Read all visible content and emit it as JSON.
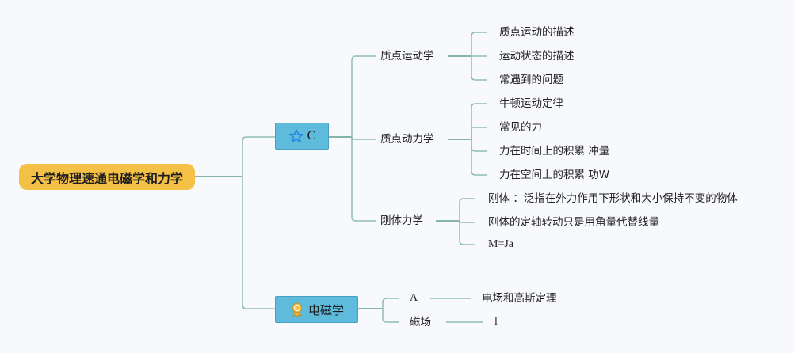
{
  "root": {
    "label": "大学物理速通电磁学和力学"
  },
  "branch_c": {
    "label": "C",
    "icon": "star-outline-icon",
    "icon_color": "#1e88e5",
    "children": [
      {
        "label": "质点运动学",
        "children": [
          "质点运动的描述",
          "运动状态的描述",
          "常遇到的问题"
        ]
      },
      {
        "label": "质点动力学",
        "children": [
          "牛顿运动定律",
          "常见的力",
          "力在时间上的积累 冲量",
          "力在空间上的积累 功W"
        ]
      },
      {
        "label": "刚体力学",
        "children": [
          "刚体 ：泛指在外力作用下形状和大小保持不变的物体",
          "刚体的定轴转动只是用角量代替线量",
          "M=Ja"
        ]
      }
    ]
  },
  "branch_em": {
    "label": "电磁学",
    "icon": "award-badge-icon",
    "icon_color": "#e6b53a",
    "children": [
      {
        "label": "A",
        "children": [
          "电场和高斯定理"
        ]
      },
      {
        "label": "磁场",
        "children": [
          "l"
        ]
      }
    ]
  },
  "colors": {
    "root": "#f4c045",
    "branch": "#5ebbdc",
    "link": "#8fbdb2"
  }
}
